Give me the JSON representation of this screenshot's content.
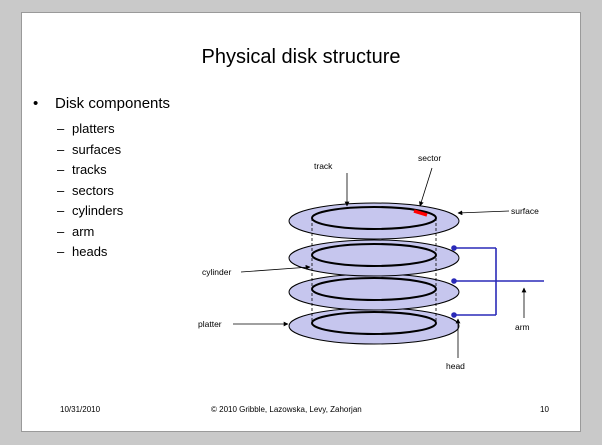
{
  "slide": {
    "title": "Physical disk structure",
    "bullet": "Disk components",
    "bullet_symbol": "•",
    "sub_dash": "–",
    "items": [
      "platters",
      "surfaces",
      "tracks",
      "sectors",
      "cylinders",
      "arm",
      "heads"
    ]
  },
  "diagram": {
    "labels": {
      "track": "track",
      "sector": "sector",
      "surface": "surface",
      "cylinder": "cylinder",
      "platter": "platter",
      "arm": "arm",
      "head": "head"
    },
    "colors": {
      "platter_fill": "#c6c6ee",
      "arm": "#2a2ab8",
      "sector": "#ff0000"
    }
  },
  "footer": {
    "date": "10/31/2010",
    "copyright": "© 2010 Gribble, Lazowska, Levy, Zahorjan",
    "page": "10"
  }
}
